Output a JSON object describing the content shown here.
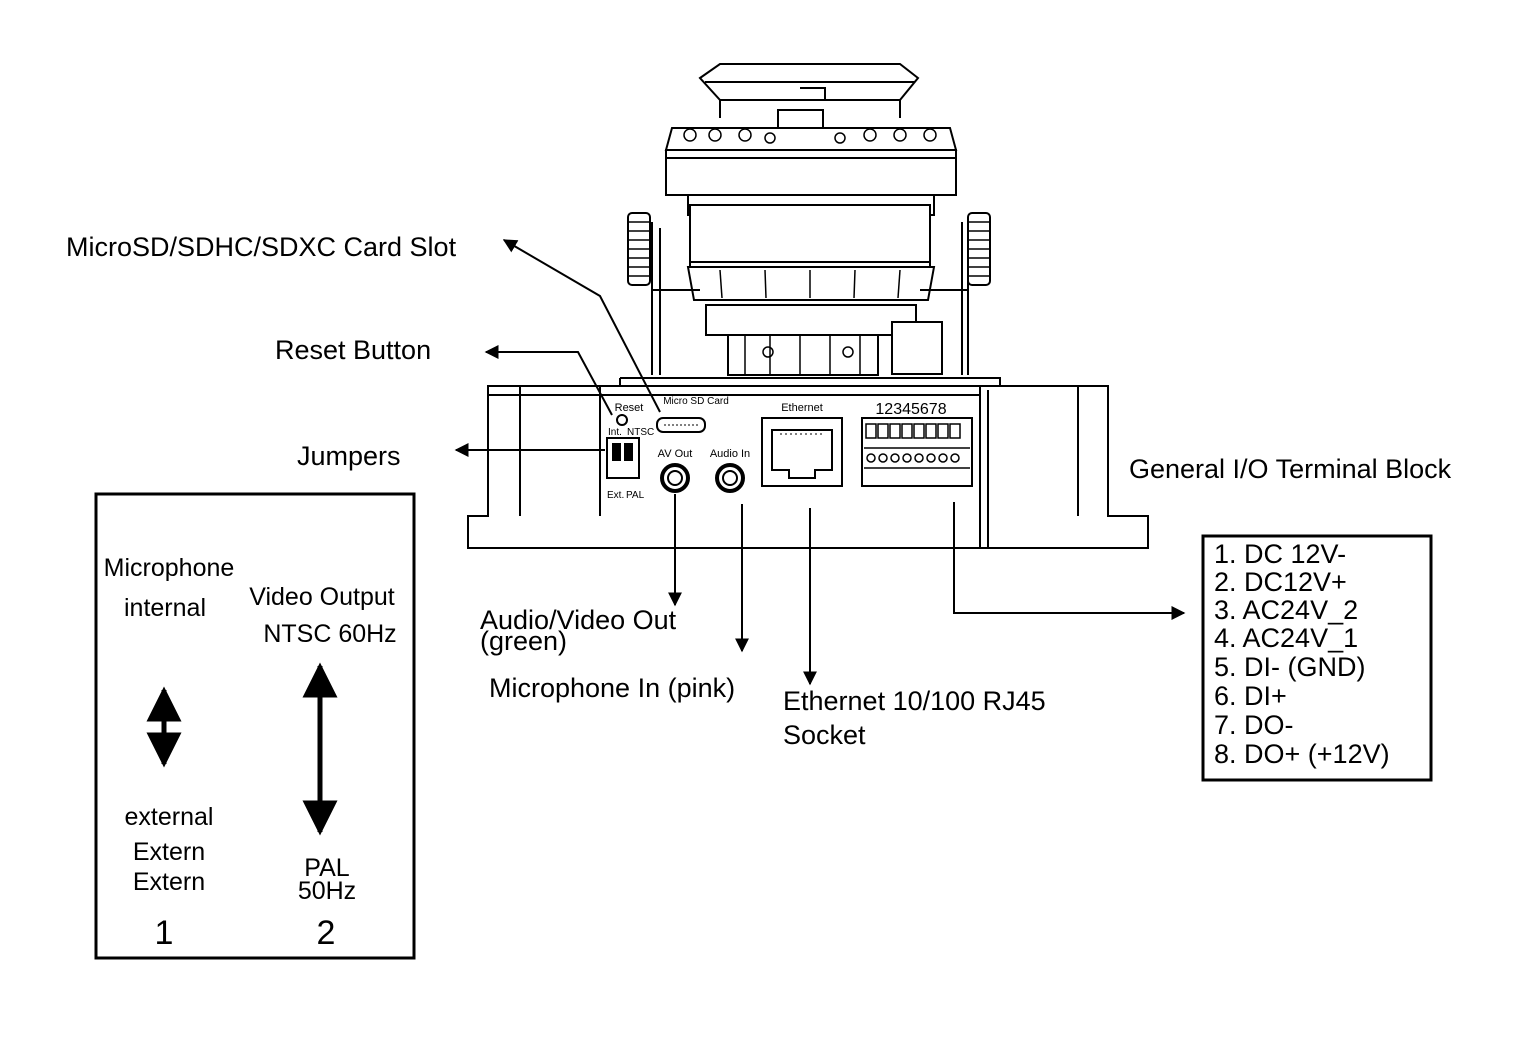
{
  "callouts": {
    "sd_slot": "MicroSD/SDHC/SDXC Card Slot",
    "reset": "Reset Button",
    "jumpers": "Jumpers",
    "av_out": "Audio/Video Out",
    "av_out_sub": "(green)",
    "mic_in": "Microphone In (pink)",
    "ethernet_1": "Ethernet 10/100 RJ45",
    "ethernet_2": "Socket",
    "io_block": "General I/O Terminal Block"
  },
  "panel_labels": {
    "reset": "Reset",
    "micro_sd": "Micro SD Card",
    "int": "Int.",
    "ntsc": "NTSC",
    "ext": "Ext.",
    "pal": "PAL",
    "av_out": "AV Out",
    "audio_in": "Audio In",
    "ethernet": "Ethernet",
    "pins": "12345678"
  },
  "jumper_box": {
    "col1_title": "Microphone",
    "col1_top": "internal",
    "col1_bottom_1": "external",
    "col1_bottom_2": "Extern",
    "col1_bottom_3": "Extern",
    "col1_number": "1",
    "col2_title": "Video Output",
    "col2_top": "NTSC 60Hz",
    "col2_bottom_1": "PAL",
    "col2_bottom_2": "50Hz",
    "col2_number": "2"
  },
  "pinout": [
    "1. DC 12V-",
    "2. DC12V+",
    "3. AC24V_2",
    "4. AC24V_1",
    "5. DI- (GND)",
    "6. DI+",
    "7. DO-",
    "8. DO+ (+12V)"
  ]
}
